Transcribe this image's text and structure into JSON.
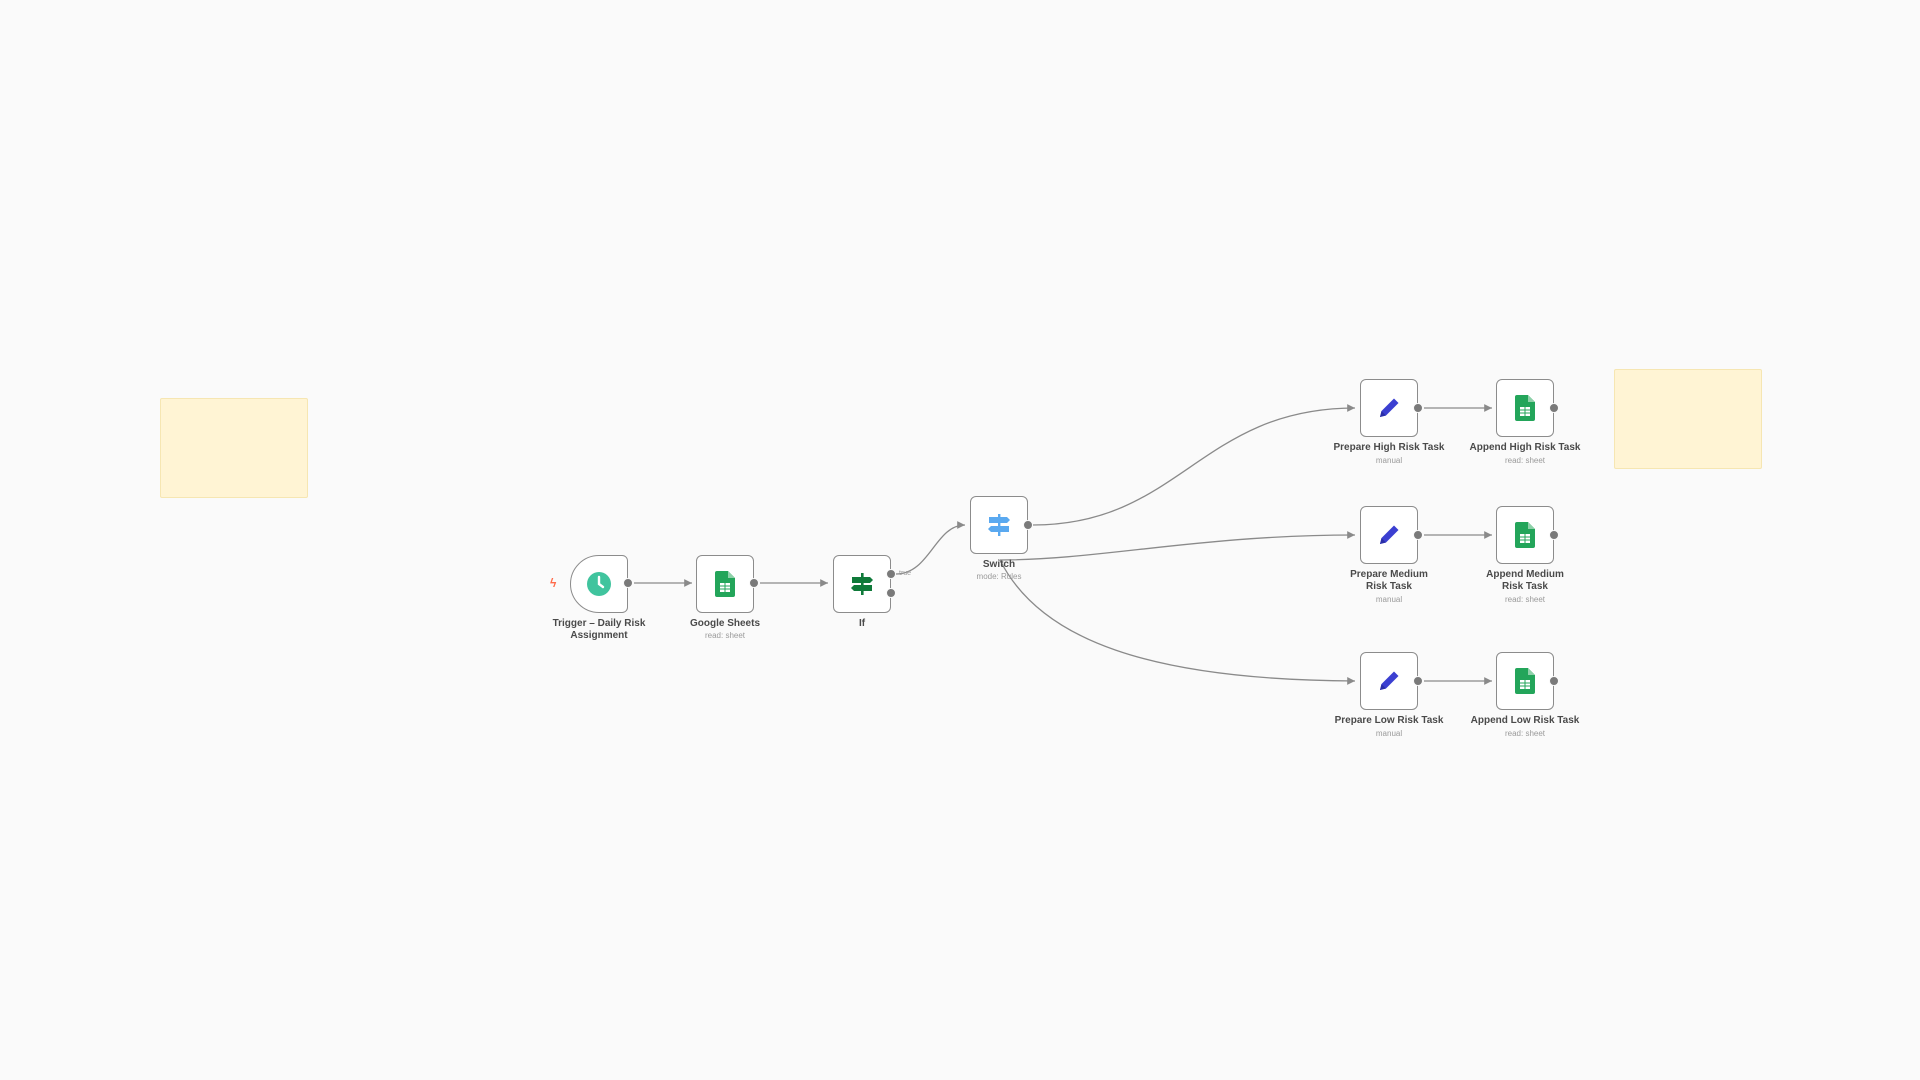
{
  "canvas": {
    "background": "#fafafa"
  },
  "colors": {
    "sticky": "#fff4d4",
    "edge": "#8a8a8a",
    "schedule_green": "#40c49e",
    "sheets_green": "#23a55a",
    "if_green": "#0f7a3a",
    "switch_blue": "#5aa9f0",
    "pencil_blue": "#3b3fd1",
    "trigger_bolt": "#ff6b4a"
  },
  "sticky_notes": [
    {
      "id": "sticky-left",
      "text": ""
    },
    {
      "id": "sticky-right",
      "text": ""
    }
  ],
  "nodes": {
    "trigger": {
      "label": "Trigger – Daily Risk Assignment",
      "subtitle": "",
      "icon": "clock-icon"
    },
    "sheets_read": {
      "label": "Google Sheets",
      "subtitle": "read: sheet",
      "icon": "google-sheets-icon"
    },
    "if": {
      "label": "If",
      "subtitle": "",
      "icon": "signpost-icon",
      "output_true": "true"
    },
    "switch": {
      "label": "Switch",
      "subtitle": "mode: Rules",
      "icon": "switch-icon"
    },
    "prepare_high": {
      "label": "Prepare High Risk Task",
      "subtitle": "manual",
      "icon": "pencil-icon"
    },
    "append_high": {
      "label": "Append High Risk Task",
      "subtitle": "read: sheet",
      "icon": "google-sheets-icon"
    },
    "prepare_medium": {
      "label": "Prepare Medium Risk Task",
      "subtitle": "manual",
      "icon": "pencil-icon"
    },
    "append_medium": {
      "label": "Append Medium Risk Task",
      "subtitle": "read: sheet",
      "icon": "google-sheets-icon"
    },
    "prepare_low": {
      "label": "Prepare Low Risk Task",
      "subtitle": "manual",
      "icon": "pencil-icon"
    },
    "append_low": {
      "label": "Append Low Risk Task",
      "subtitle": "read: sheet",
      "icon": "google-sheets-icon"
    }
  },
  "connections": [
    [
      "trigger",
      "sheets_read"
    ],
    [
      "sheets_read",
      "if"
    ],
    [
      "if",
      "switch"
    ],
    [
      "switch",
      "prepare_high"
    ],
    [
      "switch",
      "prepare_medium"
    ],
    [
      "switch",
      "prepare_low"
    ],
    [
      "prepare_high",
      "append_high"
    ],
    [
      "prepare_medium",
      "append_medium"
    ],
    [
      "prepare_low",
      "append_low"
    ]
  ]
}
